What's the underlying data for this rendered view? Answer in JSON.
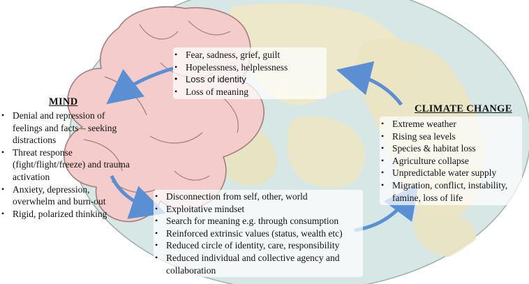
{
  "top_box": {
    "items": [
      "Fear, sadness, grief, guilt",
      "Hopelessness, helplessness",
      "Loss of identity",
      "Loss of meaning"
    ]
  },
  "mind": {
    "heading": "MIND",
    "items": [
      "Denial and repression of feelings and facts – seeking distractions",
      "Threat response (fight/flight/freeze) and trauma activation",
      "Anxiety, depression, overwhelm and burn-out",
      "Rigid, polarized thinking"
    ]
  },
  "climate": {
    "heading": "CLIMATE CHANGE",
    "items": [
      "Extreme weather",
      "Rising sea levels",
      "Species & habitat loss",
      "Agriculture collapse",
      "Unpredictable water supply",
      "Migration, conflict, instability, famine, loss of life"
    ]
  },
  "bottom_box": {
    "items": [
      "Disconnection from self, other, world",
      "Exploitative mindset",
      "Search for meaning e.g. through consumption",
      "Reinforced extrinsic values (status, wealth etc)",
      "Reduced circle of identity, care, responsibility",
      "Reduced individual and collective agency and collaboration"
    ]
  },
  "colors": {
    "arrow": "#5b8fd3",
    "brain": "#f2c9c9",
    "brain_outline": "#a07878",
    "ocean": "#d2e4e4",
    "land": "#eee6c4"
  }
}
